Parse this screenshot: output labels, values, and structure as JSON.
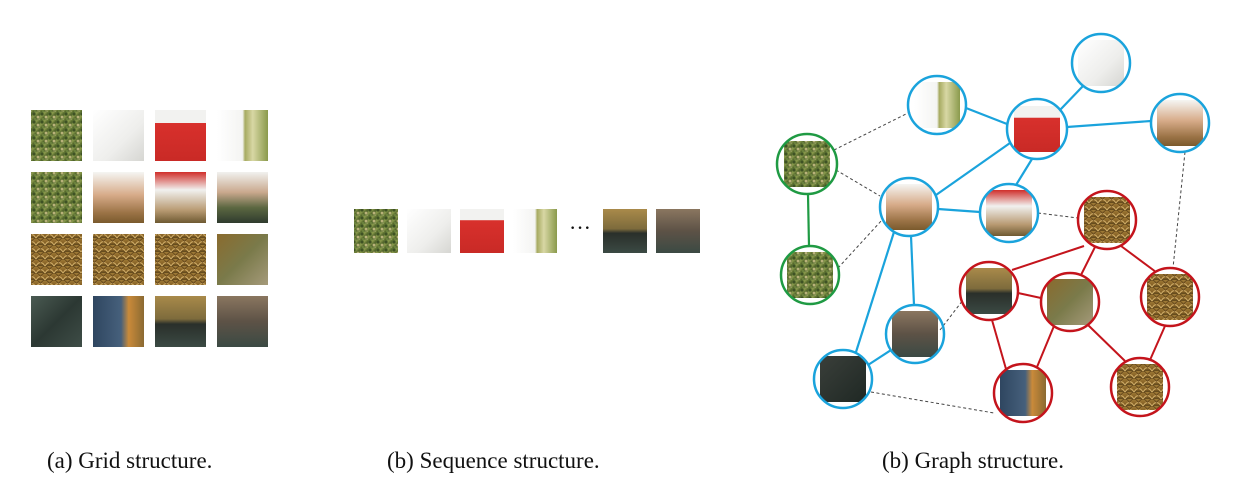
{
  "captions": {
    "grid": "(a) Grid structure.",
    "sequence": "(b) Sequence structure.",
    "graph": "(b) Graph structure."
  },
  "sequence": {
    "ellipsis": "···"
  },
  "colors": {
    "blue_edge": "#1aa3dc",
    "red_edge": "#c4141c",
    "green_edge": "#1f9a43",
    "dashed_edge": "#444444",
    "foliage": "#6b7d3e",
    "shirt": "#f1f1ef",
    "logo": "#d7332f",
    "arm": "#c79b7a",
    "fish": "#8f6a2c",
    "fish_head": "#6e6536",
    "jeans": "#3b5066",
    "ground": "#2f3b36"
  },
  "patch_types": {
    "grid": [
      [
        "foliage",
        "shirt",
        "logo",
        "bamboo"
      ],
      [
        "foliage",
        "arm",
        "logo-arm",
        "shirt-fish"
      ],
      [
        "fish",
        "fish",
        "fish",
        "fish-head"
      ],
      [
        "ground",
        "jeans",
        "fish-ground",
        "gravel"
      ]
    ],
    "sequence": [
      "foliage",
      "shirt",
      "logo",
      "bamboo",
      "fish-ground",
      "gravel"
    ]
  }
}
